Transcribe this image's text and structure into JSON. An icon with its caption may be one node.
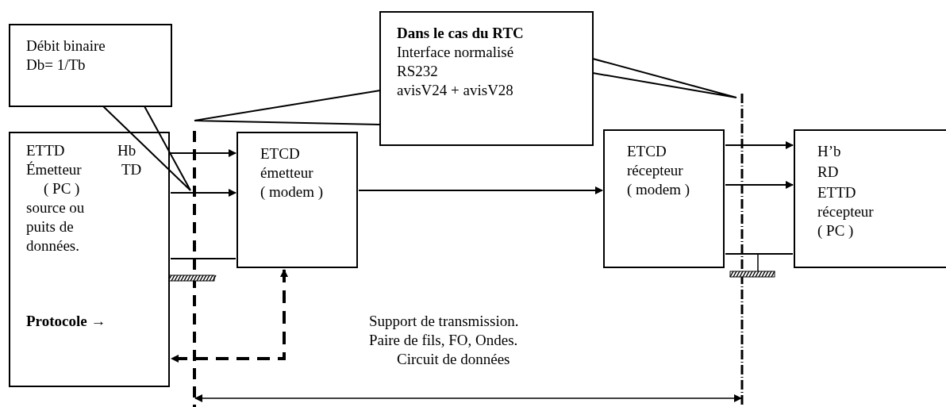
{
  "diagram": {
    "nodes": [
      {
        "text": [
          "ETTD",
          "Hb",
          "Émetteur",
          "TD",
          "( PC ) source ou puits de données.",
          "Protocole →"
        ]
      },
      {
        "text": [
          "ETCD émetteur ( modem )"
        ]
      },
      {
        "text": [
          "ETCD récepteur ( modem )"
        ]
      },
      {
        "text": [
          "H’b",
          "RD",
          "ETTD récepteur ( PC )"
        ]
      },
      {
        "text": [
          "Débit binaire Db= 1/Tb"
        ]
      },
      {
        "text": [
          "Dans le cas du RTC",
          "Interface normalisé RS232 avisV24 + avisV28"
        ]
      }
    ],
    "edges": [
      {
        "from": 0,
        "to": 1,
        "arrow": "to"
      },
      {
        "from": 0,
        "to": 1,
        "arrow": "to"
      },
      {
        "from": 0,
        "to": 1,
        "arrow": "none"
      },
      {
        "from": 1,
        "to": 2,
        "arrow": "to"
      },
      {
        "from": 2,
        "to": 3,
        "arrow": "to"
      },
      {
        "from": 2,
        "to": 3,
        "arrow": "to"
      },
      {
        "from": 2,
        "to": 3,
        "arrow": "none"
      },
      {
        "from": 1,
        "to": 0,
        "arrow": "both",
        "style": "dashed"
      },
      {
        "from": 4,
        "to": null,
        "arrow": "none"
      },
      {
        "from": 5,
        "to": null,
        "arrow": "none"
      },
      {
        "from": 5,
        "to": null,
        "arrow": "none"
      }
    ],
    "labels": [
      "Support de transmission. Paire de fils, FO, Ondes.",
      "Circuit de données"
    ]
  }
}
